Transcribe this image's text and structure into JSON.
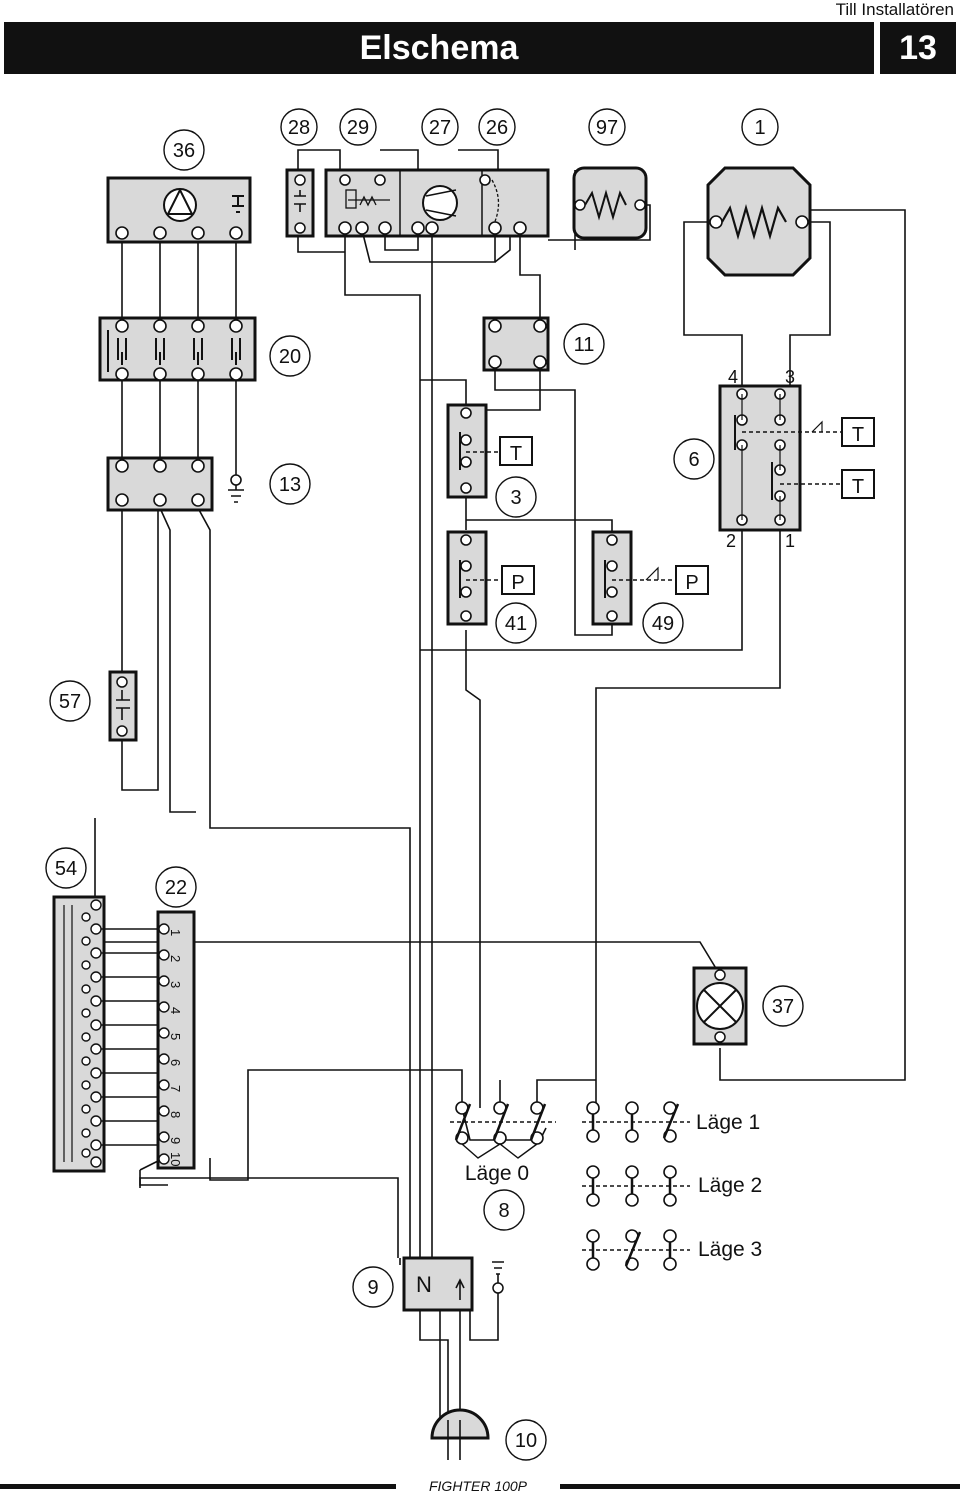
{
  "header": {
    "note": "Till Installatören",
    "title": "Elschema",
    "page": "13"
  },
  "footer": {
    "model": "FIGHTER 100P"
  },
  "numbers": {
    "n36": "36",
    "n28": "28",
    "n29": "29",
    "n27": "27",
    "n26": "26",
    "n97": "97",
    "n1": "1",
    "n20": "20",
    "n11": "11",
    "n13": "13",
    "n3": "3",
    "n6": "6",
    "n41": "41",
    "n49": "49",
    "n57": "57",
    "n54": "54",
    "n22": "22",
    "n37": "37",
    "n8": "8",
    "n9": "9",
    "n10": "10"
  },
  "terminal_labels": {
    "t4": "4",
    "t3": "3",
    "t2": "2",
    "t1": "1"
  },
  "symbols": {
    "T": "T",
    "P": "P",
    "N": "N"
  },
  "terminal_block": [
    "1",
    "2",
    "3",
    "4",
    "5",
    "6",
    "7",
    "8",
    "9",
    "10"
  ],
  "modes": {
    "lage0": "Läge 0",
    "lage1": "Läge 1",
    "lage2": "Läge 2",
    "lage3": "Läge 3"
  },
  "colors": {
    "component_fill": "#d9d9d9",
    "line": "#111111",
    "bar": "#111111"
  }
}
